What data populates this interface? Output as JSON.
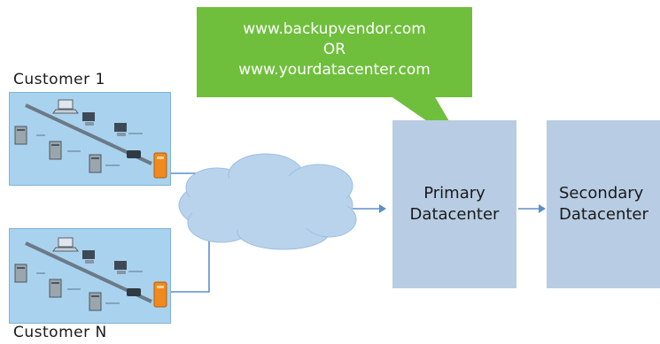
{
  "callout": {
    "line1": "www.backupvendor.com",
    "line2": "OR",
    "line3": "www.yourdatacenter.com",
    "color": "#6fbf3c"
  },
  "customers": [
    {
      "label": "Customer 1"
    },
    {
      "label": "Customer N"
    }
  ],
  "datacenters": [
    {
      "line1": "Primary",
      "line2": "Datacenter"
    },
    {
      "line1": "Secondary",
      "line2": "Datacenter"
    }
  ],
  "colors": {
    "panel": "#a9d2ee",
    "datacenter": "#b8cde3",
    "arrow": "#5b8fc9",
    "cloud": "#b9d3ec",
    "firewall": "#f08a1e"
  },
  "icons": [
    "server-icon",
    "laptop-icon",
    "firewall-icon",
    "cloud-icon",
    "network-backbone"
  ]
}
